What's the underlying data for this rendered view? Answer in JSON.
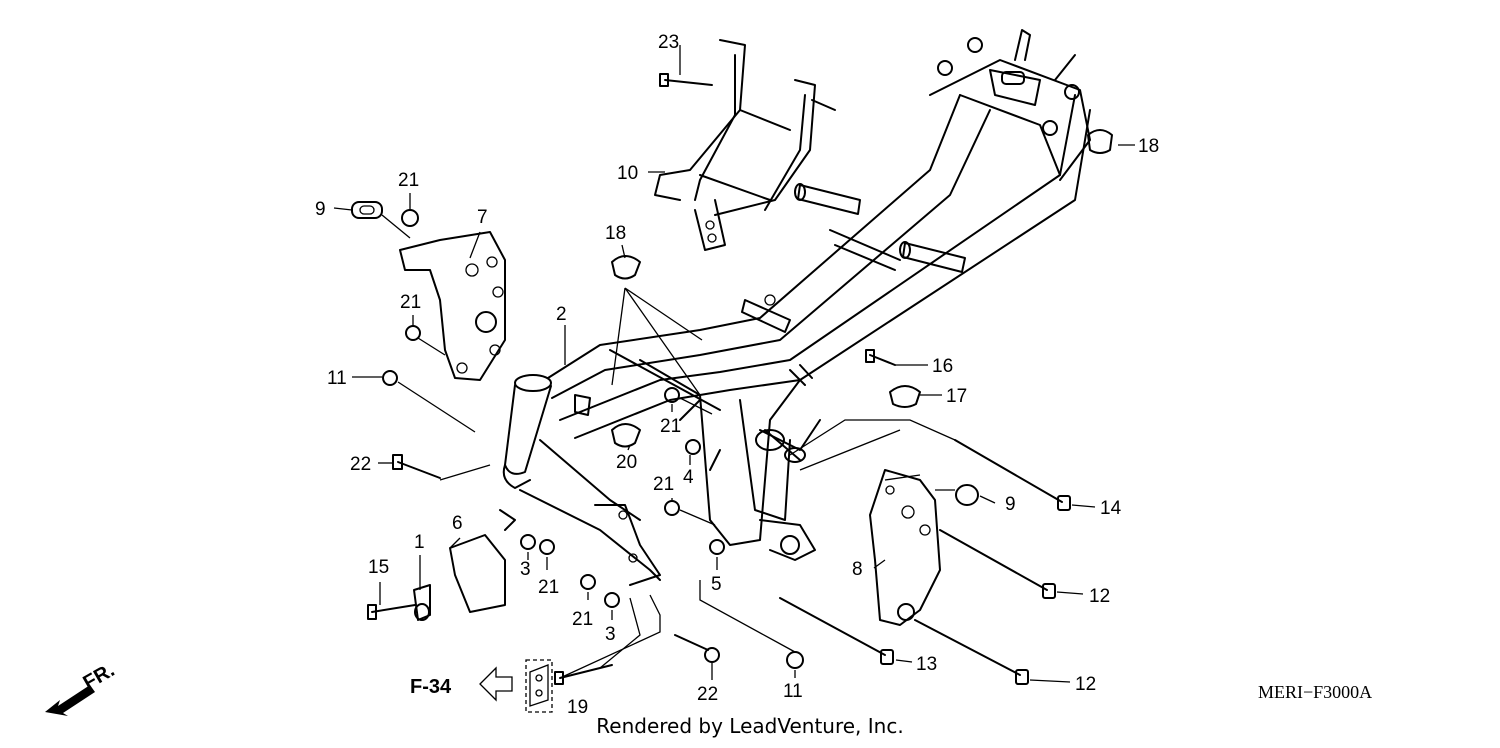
{
  "diagram": {
    "callouts": {
      "c1": "1",
      "c2": "2",
      "c3a": "3",
      "c3b": "3",
      "c4": "4",
      "c5": "5",
      "c6": "6",
      "c7": "7",
      "c8": "8",
      "c9a": "9",
      "c9b": "9",
      "c10": "10",
      "c11a": "11",
      "c11b": "11",
      "c12a": "12",
      "c12b": "12",
      "c13": "13",
      "c14": "14",
      "c15": "15",
      "c16": "16",
      "c17": "17",
      "c18a": "18",
      "c18b": "18",
      "c19": "19",
      "c20": "20",
      "c21a": "21",
      "c21b": "21",
      "c21c": "21",
      "c21d": "21",
      "c21e": "21",
      "c21f": "21",
      "c22a": "22",
      "c22b": "22",
      "c23": "23"
    },
    "ref_page": "F-34",
    "direction_label": "FR.",
    "diagram_code": "MERI−F3000A",
    "footer": "Rendered by LeadVenture, Inc."
  }
}
